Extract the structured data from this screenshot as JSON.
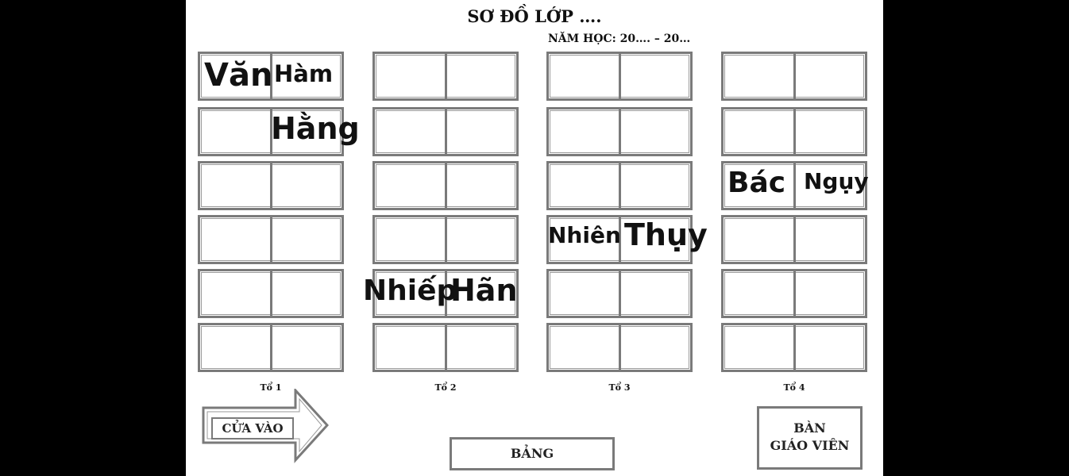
{
  "title": "SƠ ĐỒ LỚP ….",
  "school_year": "NĂM HỌC: 20…. – 20…",
  "groups": [
    {
      "label": "Tổ 1",
      "seats": {
        "r0c0": "Văn",
        "r0c1": "Hàm",
        "r1c1": "Hằng"
      }
    },
    {
      "label": "Tổ 2",
      "seats": {
        "r4c0": "Nhiếp",
        "r4c1": "Hãn"
      }
    },
    {
      "label": "Tổ 3",
      "seats": {
        "r3c0": "Nhiên",
        "r3c1": "Thụy"
      }
    },
    {
      "label": "Tổ 4",
      "seats": {
        "r2c0": "Bác",
        "r2c1": "Ngụy"
      }
    }
  ],
  "entrance_label": "CỬA VÀO",
  "board_label": "BẢNG",
  "teacher_desk_line1": "BÀN",
  "teacher_desk_line2": "GIÁO VIÊN"
}
